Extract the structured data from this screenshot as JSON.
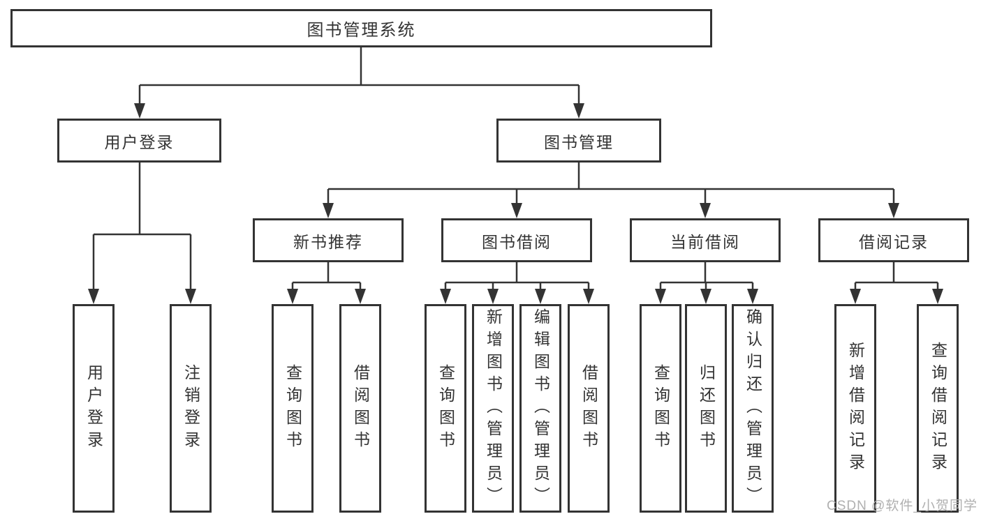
{
  "colors": {
    "line": "#333333",
    "text": "#333333",
    "box_bg": "#ffffff",
    "watermark": "#b0b0b0",
    "background": "#ffffff"
  },
  "tree": {
    "root": {
      "label": "图书管理系统"
    },
    "level2": [
      {
        "label": "用户登录",
        "leaves": [
          "用户登录",
          "注销登录"
        ]
      },
      {
        "label": "图书管理",
        "level3": [
          {
            "label": "新书推荐",
            "leaves": [
              "查询图书",
              "借阅图书"
            ]
          },
          {
            "label": "图书借阅",
            "leaves": [
              "查询图书",
              "新增图书（管理员）",
              "编辑图书（管理员）",
              "借阅图书"
            ]
          },
          {
            "label": "当前借阅",
            "leaves": [
              "查询图书",
              "归还图书",
              "确认归还（管理员）"
            ]
          },
          {
            "label": "借阅记录",
            "leaves": [
              "新增借阅记录",
              "查询借阅记录"
            ]
          }
        ]
      }
    ]
  },
  "watermark": {
    "text": "CSDN @软件_小贺同学"
  }
}
